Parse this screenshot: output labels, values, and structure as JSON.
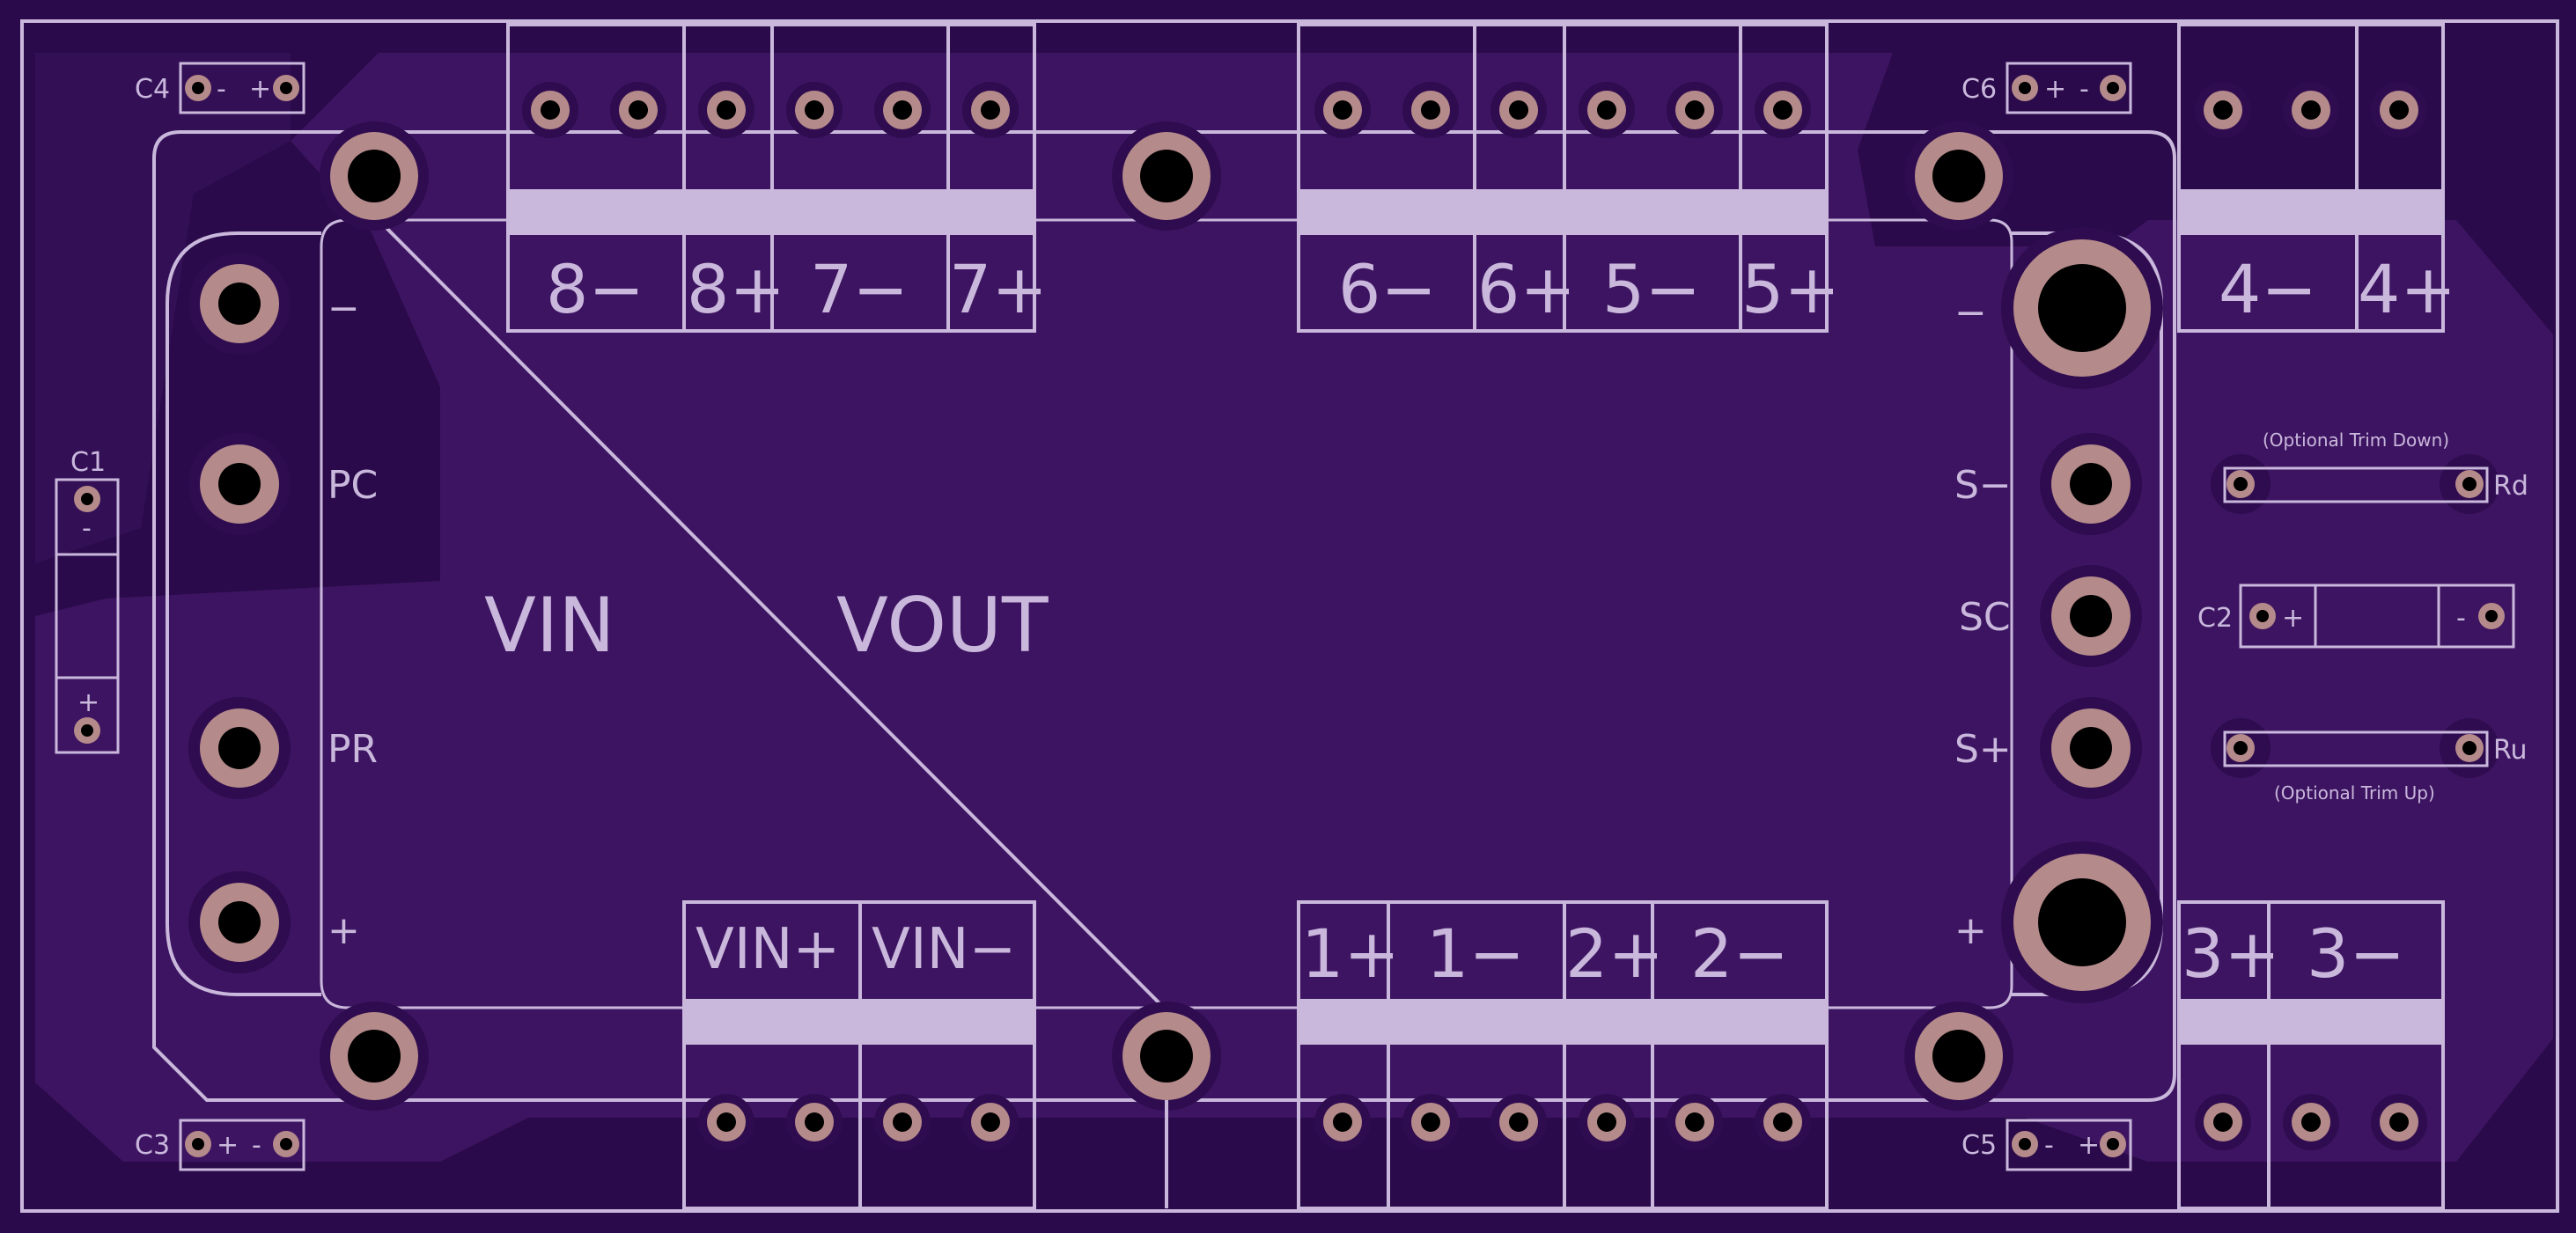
{
  "board": {
    "colors": {
      "background": "#2a0a4a",
      "copper_pour": "#3d1461",
      "silkscreen": "#c9b8dc",
      "pad_ring": "#b58a8a",
      "drill": "#000000"
    },
    "module": {
      "vin_label": "VIN",
      "vout_label": "VOUT",
      "left_pins": [
        "−",
        "PC",
        "PR",
        "+"
      ],
      "right_pins": [
        "−",
        "S−",
        "SC",
        "S+",
        "+"
      ]
    },
    "top_terminals": [
      "8−",
      "8+",
      "7−",
      "7+",
      "6−",
      "6+",
      "5−",
      "5+",
      "4−",
      "4+"
    ],
    "bottom_terminals": [
      "VIN+",
      "VIN−",
      "1+",
      "1−",
      "2+",
      "2−",
      "3+",
      "3−"
    ],
    "capacitors": {
      "c1": {
        "name": "C1",
        "minus": "-",
        "plus": "+"
      },
      "c2": {
        "name": "C2",
        "plus": "+",
        "minus": "-"
      },
      "c3": {
        "name": "C3",
        "plus": "+",
        "minus": "-"
      },
      "c4": {
        "name": "C4",
        "minus": "-",
        "plus": "+"
      },
      "c5": {
        "name": "C5",
        "minus": "-",
        "plus": "+"
      },
      "c6": {
        "name": "C6",
        "plus": "+",
        "minus": "-"
      }
    },
    "trim": {
      "rd_label": "Rd",
      "ru_label": "Ru",
      "down_note": "(Optional Trim Down)",
      "up_note": "(Optional Trim Up)"
    }
  }
}
